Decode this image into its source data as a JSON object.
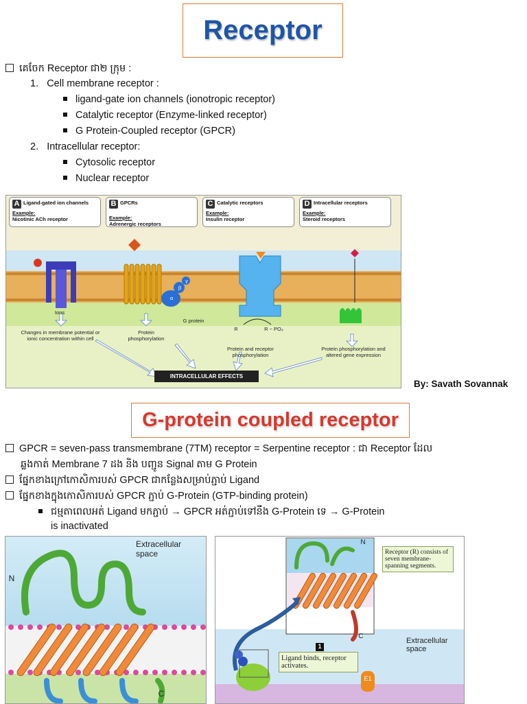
{
  "title_receptor": "Receptor",
  "intro": "គេចែក Receptor ជា២ ក្រុម :",
  "groups": [
    {
      "num": "1.",
      "label": "Cell membrane receptor :",
      "items": [
        "ligand-gate ion channels (ionotropic receptor)",
        "Catalytic receptor (Enzyme-linked receptor)",
        "G Protein-Coupled receptor (GPCR)"
      ]
    },
    {
      "num": "2.",
      "label": "Intracellular receptor:",
      "items": [
        "Cytosolic receptor",
        "Nuclear receptor"
      ]
    }
  ],
  "figure1": {
    "panels": [
      {
        "letter": "A",
        "name": "Ligand-gated ion channels",
        "example_label": "Example:",
        "example": "Nicotinic ACh receptor"
      },
      {
        "letter": "B",
        "name": "GPCRs",
        "example_label": "Example:",
        "example": "Adrenergic receptors"
      },
      {
        "letter": "C",
        "name": "Catalytic receptors",
        "example_label": "Example:",
        "example": "Insulin receptor"
      },
      {
        "letter": "D",
        "name": "Intracellular receptors",
        "example_label": "Example:",
        "example": "Steroid receptors"
      }
    ],
    "labels": {
      "ions": "Ions",
      "changes": "Changes in membrane potential or ionic concentration within cell",
      "protein_phos": "Protein phosphorylation",
      "g_protein": "G protein",
      "alpha": "α",
      "beta": "β",
      "gamma": "γ",
      "r": "R",
      "r_po4": "R − PO₄",
      "prot_receptor_phos": "Protein and receptor phosphorylation",
      "prot_phos_gene": "Protein phosphorylation and altered gene expression",
      "effects": "INTRACELLULAR EFFECTS"
    }
  },
  "author": "By: Savath Sovannak",
  "title_gpcr": "G-protein coupled receptor",
  "gpcr_bullets": [
    "GPCR = seven-pass transmembrane (7TM) receptor = Serpentine receptor : ជា Receptor ដែល",
    "ឆ្លងកាត់ Membrane 7 ដង និង បញ្ជូន Signal តាម G Protein",
    "ផ្នែកខាងក្រៅកោសិការបស់ GPCR ជាកន្លែងសម្រាប់ភ្ជាប់ Ligand",
    "ផ្នែកខាងក្នុងកោសិការបស់ GPCR ភ្ជាប់ G-Protein (GTP-binding protein)"
  ],
  "gpcr_sub": [
    "ជម្មតាពេលអត់ Ligand មកភ្ជាប់ → GPCR អត់ភ្ជាប់ទៅនឹង G-Protein ទេ → G-Protein",
    "is inactivated"
  ],
  "figure2": {
    "space": "Extracellular space",
    "n": "N",
    "c": "C"
  },
  "figure3": {
    "callout": "Receptor (R) consists of seven membrane-spanning segments.",
    "n": "N",
    "c": "C",
    "space": "Extracellular space",
    "step": "1",
    "step_text": "Ligand binds, receptor activates.",
    "e1": "E1"
  }
}
